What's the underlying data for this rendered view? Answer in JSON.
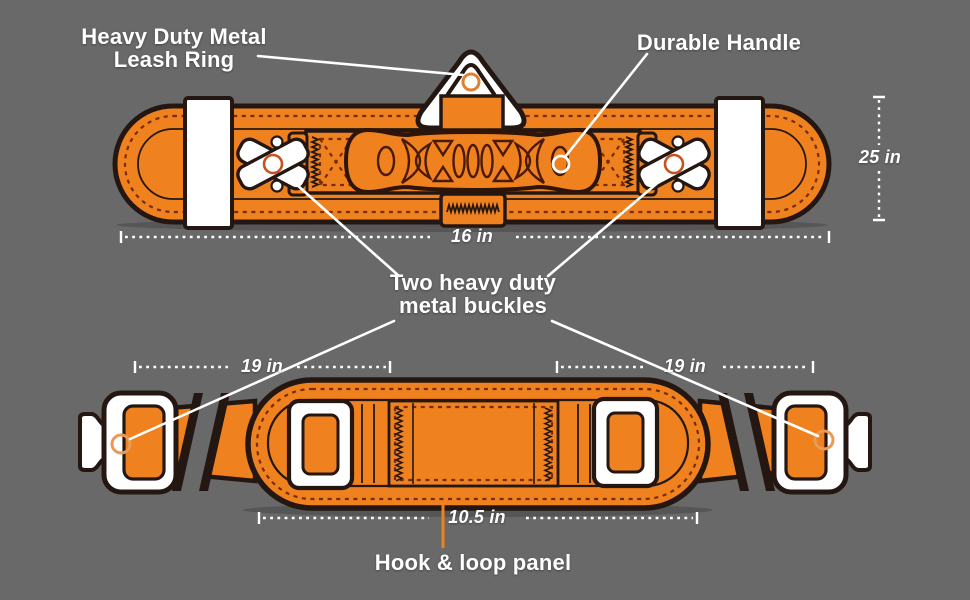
{
  "colors": {
    "bg": "#696969",
    "orange": "#F0811F",
    "outline": "#241712",
    "stitch": "#752C08",
    "white": "#ffffff",
    "ring": "#E89A56",
    "buckle_ring": "#C8511F"
  },
  "callouts": {
    "leash_ring_line1": "Heavy Duty Metal",
    "leash_ring_line2": "Leash Ring",
    "durable_handle": "Durable Handle",
    "buckles_line1": "Two heavy duty",
    "buckles_line2": "metal buckles",
    "hook_loop_panel": "Hook & loop panel"
  },
  "dimensions": {
    "top_belt_height": "25 in",
    "top_belt_length": "16 in",
    "left_strap_length": "19 in",
    "right_strap_length": "19 in",
    "panel_length": "10.5 in"
  }
}
